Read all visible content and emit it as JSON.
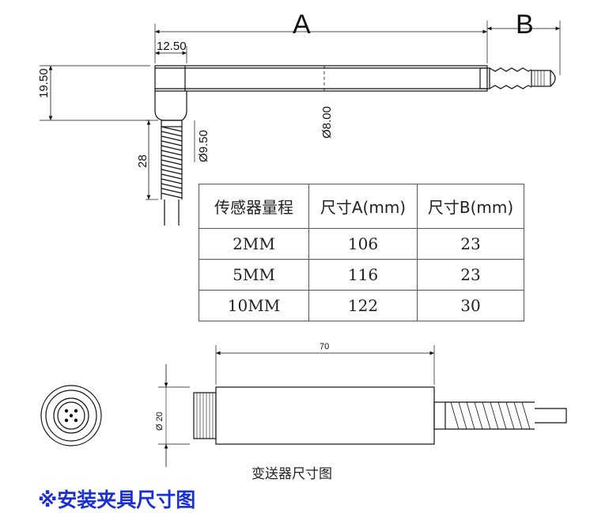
{
  "dims": {
    "A": "A",
    "B": "B",
    "d1250": "12.50",
    "d1950": "19.50",
    "d800": "Ø8.00",
    "d950": "Ø9.50",
    "d28": "28",
    "d70": "70",
    "d20": "Ø 20"
  },
  "table": {
    "headers": [
      "传感器量程",
      "尺寸A(mm)",
      "尺寸B(mm)"
    ],
    "rows": [
      [
        "2MM",
        "106",
        "23"
      ],
      [
        "5MM",
        "116",
        "23"
      ],
      [
        "10MM",
        "122",
        "30"
      ]
    ]
  },
  "caption": "变送器尺寸图",
  "note": "※安装夹具尺寸图",
  "colors": {
    "note": "#1a2fd6",
    "line": "#111111"
  }
}
